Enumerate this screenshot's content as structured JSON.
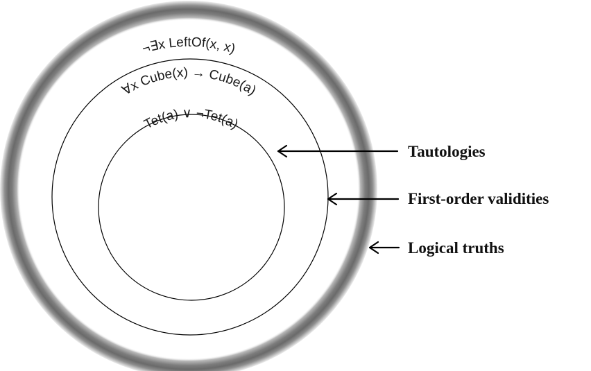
{
  "diagram": {
    "circles": [
      {
        "name": "logical-truths",
        "label": "¬∃x LeftOf(x, x)"
      },
      {
        "name": "first-order-validities",
        "label": "∀x Cube(x) → Cube(a)"
      },
      {
        "name": "tautologies",
        "label": "Tet(a) ∨ ¬Tet(a)"
      }
    ],
    "callouts": {
      "tautologies": "Tautologies",
      "first_order_validities": "First-order validities",
      "logical_truths": "Logical truths"
    }
  }
}
